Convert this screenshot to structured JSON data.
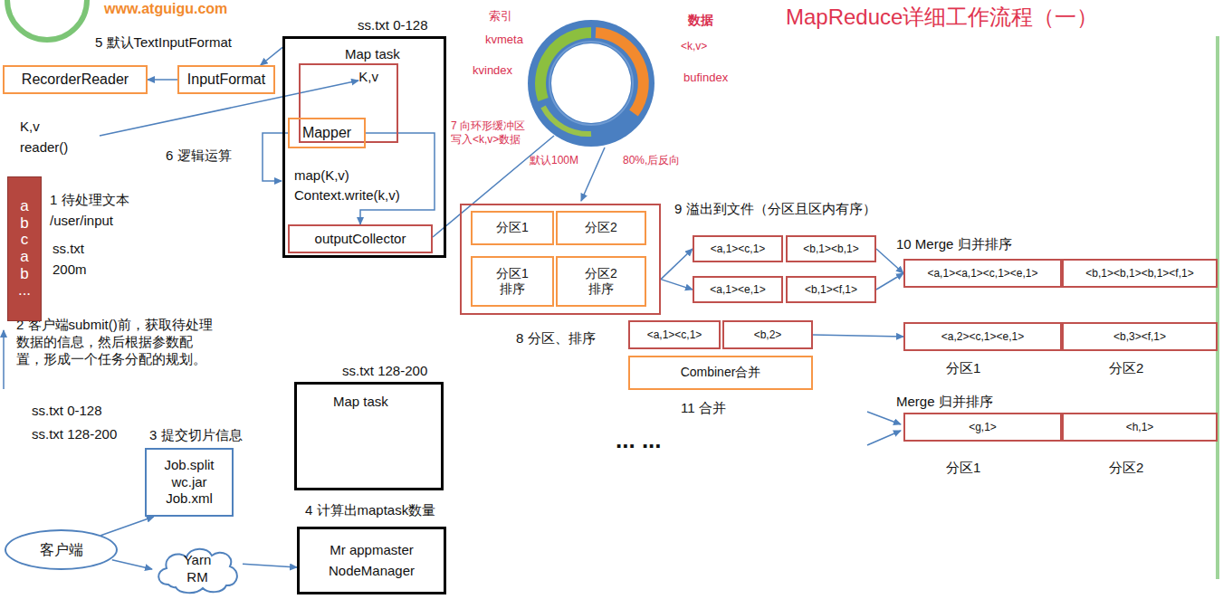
{
  "diagram": {
    "title": "MapReduce详细工作流程（一）",
    "nodes": [
      {
        "text": [
          "RecorderReader"
        ]
      },
      {
        "text": [
          "InputFormat"
        ]
      },
      {
        "text": [
          "ss.txt 0-128",
          "Map task",
          "map(K,v) Context.write(k,v)"
        ]
      },
      {
        "text": [
          "K,v"
        ],
        "in": 2
      },
      {
        "text": [
          "Mapper"
        ],
        "in": 3
      },
      {
        "text": [
          "outputCollector"
        ],
        "in": 2
      },
      {
        "text": [
          "a b c a b ..."
        ]
      },
      {
        "text": [
          "ss.txt 128-200",
          "Map task"
        ]
      },
      {
        "text": [
          "Job.split wc.jar Job.xml"
        ]
      },
      {
        "text": [
          "客户端"
        ]
      },
      {
        "text": [
          "Yarn RM"
        ]
      },
      {
        "text": [
          "Mr appmaster",
          "NodeManager"
        ]
      },
      {
        "text": [
          "8 分区、排序"
        ]
      },
      {
        "text": [
          "分区1"
        ],
        "in": 12
      },
      {
        "text": [
          "分区2"
        ],
        "in": 12
      },
      {
        "text": [
          "分区1 排序"
        ],
        "in": 12
      },
      {
        "text": [
          "分区2 排序"
        ],
        "in": 12
      },
      {
        "text": [
          "<a,1><c,1>"
        ]
      },
      {
        "text": [
          "<b,1><b,1>"
        ]
      },
      {
        "text": [
          "<a,1><e,1>"
        ]
      },
      {
        "text": [
          "<b,1><f,1>"
        ]
      },
      {
        "text": [
          "<a,1><a,1><c,1><e,1>"
        ]
      },
      {
        "text": [
          "<b,1><b,1><b,1><f,1>"
        ]
      },
      {
        "text": [
          "<a,1><c,1>"
        ]
      },
      {
        "text": [
          "<b,2>"
        ]
      },
      {
        "text": [
          "Combiner合并"
        ]
      },
      {
        "text": [
          "<a,2><c,1><e,1>"
        ]
      },
      {
        "text": [
          "<b,3><f,1>"
        ]
      },
      {
        "text": [
          "<g,1>"
        ]
      },
      {
        "text": [
          "<h,1>"
        ]
      }
    ],
    "edges": [
      {
        "from": 1,
        "to": 0,
        "arrow": "to"
      },
      {
        "from": 2,
        "to": 1,
        "arrow": "to"
      },
      {
        "from": 4,
        "to": 5,
        "arrow": "to"
      },
      {
        "from": 12,
        "to": 17,
        "arrow": "to"
      },
      {
        "from": 12,
        "to": 19,
        "arrow": "to"
      },
      {
        "from": 18,
        "to": 21,
        "arrow": "to"
      },
      {
        "from": 20,
        "to": 21,
        "arrow": "to"
      },
      {
        "from": 24,
        "to": 26,
        "arrow": "to"
      },
      {
        "from": 9,
        "to": 8,
        "arrow": "to"
      },
      {
        "from": 9,
        "to": 10,
        "arrow": "to"
      },
      {
        "from": 10,
        "to": 11,
        "arrow": "to"
      }
    ],
    "labels": [
      "www.atguigu.com",
      "5 默认TextInputFormat",
      "K,v",
      "reader()",
      "6 逻辑运算",
      "1 待处理文本",
      "/user/input",
      "ss.txt",
      "200m",
      "2 客户端submit()前，获取待处理数据的信息，然后根据参数配置，形成一个任务分配的规划。",
      "ss.txt  0-128",
      "ss.txt  128-200",
      "3 提交切片信息",
      "4 计算出maptask数量",
      "索引",
      "kvmeta",
      "kvindex",
      "数据",
      "<k,v>",
      "bufindex",
      "默认100M",
      "80%,后反向",
      "7 向环形缓冲区写入<k,v>数据",
      "9 溢出到文件（分区且区内有序）",
      "10 Merge 归并排序",
      "11 合并",
      "分区1",
      "分区2",
      "Merge 归并排序",
      "分区1",
      "分区2",
      "... ..."
    ]
  }
}
